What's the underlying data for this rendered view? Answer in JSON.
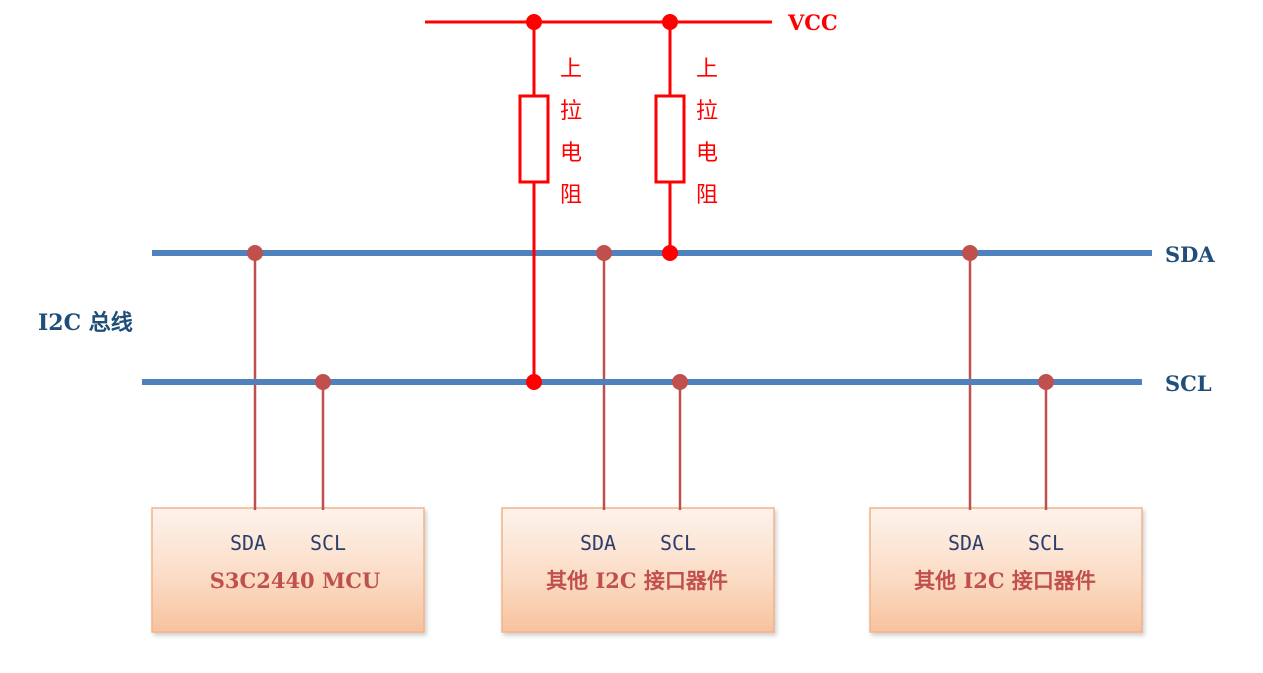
{
  "bus_title": "I2C 总线",
  "vcc_label": "VCC",
  "sda_label": "SDA",
  "scl_label": "SCL",
  "resistor_label": [
    "上",
    "拉",
    "电",
    "阻"
  ],
  "devices": [
    {
      "name": "S3C2440 MCU",
      "pin_sda": "SDA",
      "pin_scl": "SCL"
    },
    {
      "name": "其他 I2C 接口器件",
      "pin_sda": "SDA",
      "pin_scl": "SCL"
    },
    {
      "name": "其他 I2C 接口器件",
      "pin_sda": "SDA",
      "pin_scl": "SCL"
    }
  ],
  "colors": {
    "bus": "#4f81bd",
    "vcc": "#ff0000",
    "stub": "#c0504d",
    "device_fill_top": "#fdf1e8",
    "device_fill_bottom": "#f9c9a6",
    "device_border": "#f2b48a"
  }
}
